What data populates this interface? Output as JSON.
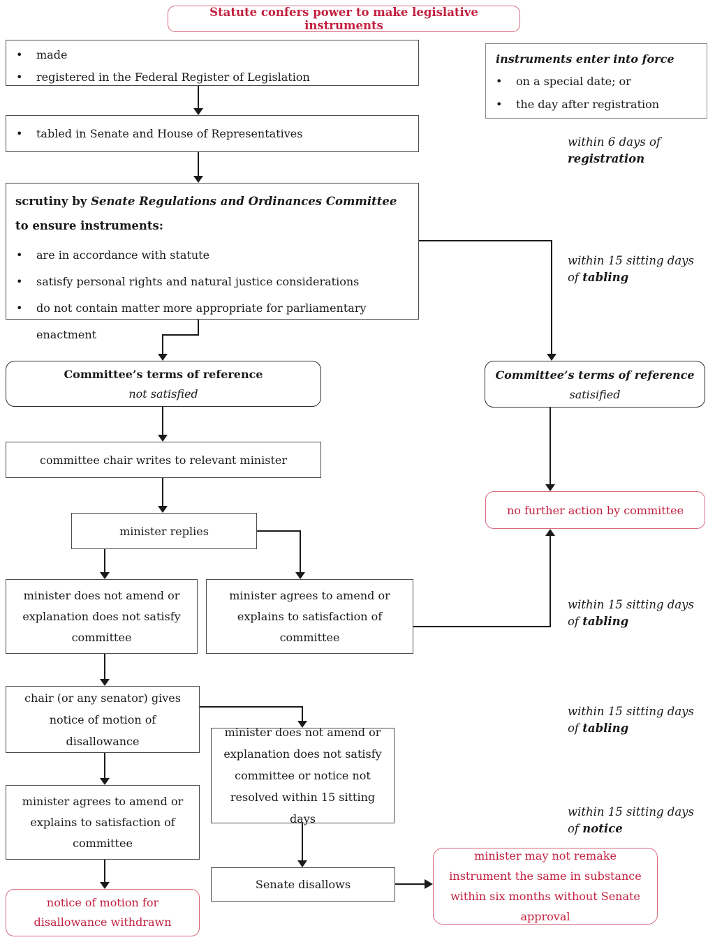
{
  "glyphs": {
    "bullet": "•"
  },
  "palette": {
    "red_text": "#c2203f",
    "red_border": "#d76c80",
    "box_border": "#4d4d4d",
    "line": "#1a1a1a"
  },
  "title_box": {
    "text": "Statute confers power to make legislative instruments"
  },
  "made_box": {
    "bullets": [
      "made",
      "registered in the Federal Register of Legislation"
    ]
  },
  "tabled_box": {
    "bullets": [
      "tabled in Senate and House of Representatives"
    ]
  },
  "force_box": {
    "heading": "instruments enter into force",
    "bullets": [
      "on a special date; or",
      "the day after registration"
    ]
  },
  "scrutiny_box": {
    "lead_prefix": "scrutiny by ",
    "lead_committee": "Senate Regulations and Ordinances Committee",
    "lead_suffix": " to ensure instruments:",
    "bullets": [
      "are in accordance with statute",
      "satisfy personal rights and natural justice considerations",
      "do not contain matter more appropriate for parliamentary enactment"
    ]
  },
  "terms_not_satisfied_box": {
    "line1": "Committee’s terms of reference",
    "line2": "not satisfied"
  },
  "terms_satisfied_box": {
    "line1": "Committee’s terms of reference",
    "line2": "satisified"
  },
  "chair_writes_box": {
    "text": "committee chair writes to relevant minister"
  },
  "minister_replies_box": {
    "text": "minister replies"
  },
  "no_further_action_box": {
    "text": "no further action by committee"
  },
  "minister_not_amend_box": {
    "text": "minister does not amend or explanation does not satisfy committee"
  },
  "minister_agrees_box": {
    "text": "minister agrees to amend or explains to satisfaction of committee"
  },
  "chair_notice_box": {
    "text": "chair (or any senator) gives notice of motion of disallowance"
  },
  "minister_not_amend_notice_box": {
    "text": "minister does not amend or explanation does not satisfy committee or notice not resolved within 15 sitting days"
  },
  "minister_agrees_2_box": {
    "text": "minister agrees to amend or explains to satisfaction of committee"
  },
  "notice_withdrawn_box": {
    "text": "notice of motion for disallowance withdrawn"
  },
  "senate_disallows_box": {
    "text": "Senate disallows"
  },
  "remake_box": {
    "text": "minister may not remake instrument the same in substance within six months without Senate approval"
  },
  "timing_labels": {
    "registration": {
      "line1": "within 6 days of",
      "line2_bold": "registration"
    },
    "tabling_1": {
      "line1": "within 15 sitting days",
      "line2_prefix": "of ",
      "line2_bold": "tabling"
    },
    "tabling_2": {
      "line1": "within 15 sitting days",
      "line2_prefix": "of ",
      "line2_bold": "tabling"
    },
    "tabling_3": {
      "line1": "within 15 sitting days",
      "line2_prefix": "of ",
      "line2_bold": "tabling"
    },
    "notice": {
      "line1": "within 15 sitting days",
      "line2_prefix": "of ",
      "line2_bold": "notice"
    }
  }
}
